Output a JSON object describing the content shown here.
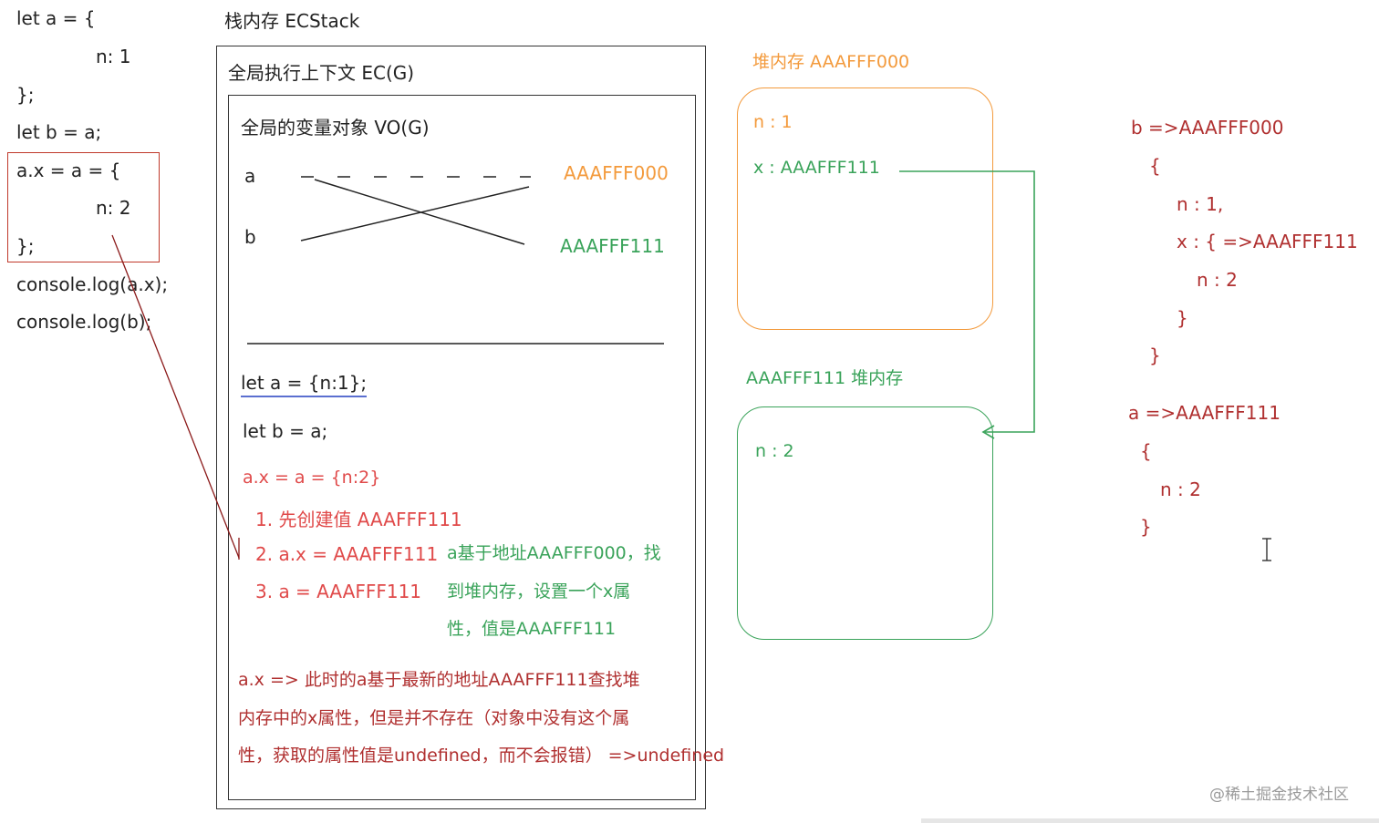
{
  "left_code": {
    "line1": "let a = {",
    "line2": "n: 1",
    "line3": "};",
    "line4": "let b = a;",
    "line5": "a.x = a = {",
    "line6": "n: 2",
    "line7": "};",
    "line8": "console.log(a.x);",
    "line9": "console.log(b);"
  },
  "stack": {
    "title": "栈内存  ECStack",
    "ec_title": "全局执行上下文    EC(G)",
    "vo_title": "全局的变量对象    VO(G)",
    "var_a": "a",
    "var_b": "b",
    "addr_orange": "AAAFFF000",
    "addr_green": "AAAFFF111",
    "stmt1": "let a = {n:1};",
    "stmt2": "let b = a;",
    "stmt3": "a.x = a = {n:2}",
    "step1": "1. 先创建值 AAAFFF111",
    "step2": "2. a.x = AAAFFF111",
    "step3": "3. a = AAAFFF111",
    "note_green1": "a基于地址AAAFFF000，找",
    "note_green2": "到堆内存，设置一个x属",
    "note_green3": "性，值是AAAFFF111",
    "explain1": "a.x  => 此时的a基于最新的地址AAAFFF111查找堆",
    "explain2": "内存中的x属性，但是并不存在（对象中没有这个属",
    "explain3": "性，获取的属性值是undefined，而不会报错）  =>undefined"
  },
  "heap1": {
    "title": "堆内存 AAAFFF000",
    "prop1": "n : 1",
    "prop2": "x : AAAFFF111"
  },
  "heap2": {
    "title": "AAAFFF111  堆内存",
    "prop1": "n : 2"
  },
  "result": {
    "b_line": "b =>AAAFFF000",
    "b_open": "{",
    "b_n": "n : 1,",
    "b_x": "x : {  =>AAAFFF111",
    "b_xn": "n : 2",
    "b_xclose": "}",
    "b_close": "}",
    "a_line": "a =>AAAFFF111",
    "a_open": "{",
    "a_n": "n : 2",
    "a_close": "}"
  },
  "watermark": "@稀土掘金技术社区",
  "colors": {
    "orange": "#f39a3c",
    "green": "#3aa35a",
    "red": "#e04a4a",
    "darkred": "#b03030"
  }
}
